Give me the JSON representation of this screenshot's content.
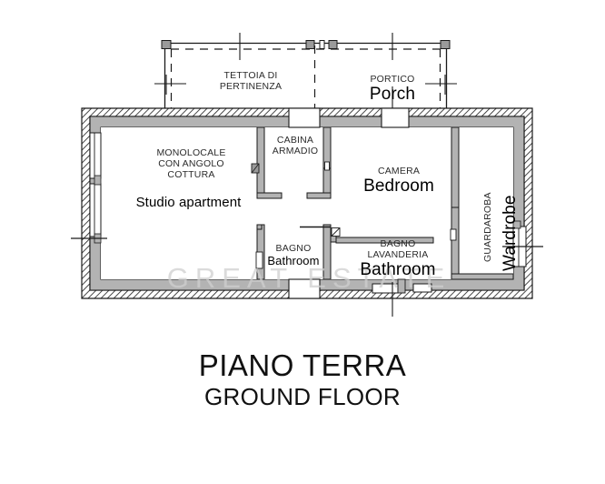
{
  "document": {
    "type": "architectural-floor-plan",
    "title_it": "PIANO TERRA",
    "title_en": "GROUND FLOOR",
    "watermark": "GREAT ESTATE"
  },
  "rooms": [
    {
      "id": "studio",
      "label_it": "MONOLOCALE\nCON ANGOLO\nCOTTURA",
      "label_it_line1": "MONOLOCALE",
      "label_it_line2": "CON ANGOLO",
      "label_it_line3": "COTTURA",
      "label_en": "Studio apartment"
    },
    {
      "id": "walk-in-closet",
      "label_it_line1": "CABINA",
      "label_it_line2": "ARMADIO",
      "label_en": ""
    },
    {
      "id": "bedroom",
      "label_it_line1": "CAMERA",
      "label_en": "Bedroom"
    },
    {
      "id": "bathroom-1",
      "label_it_line1": "BAGNO",
      "label_en": "Bathroom"
    },
    {
      "id": "bathroom-laundry",
      "label_it_line1": "BAGNO",
      "label_it_line2": "LAVANDERIA",
      "label_en": "Bathroom"
    },
    {
      "id": "wardrobe",
      "label_it_line1": "GUARDAROBA",
      "label_en": "Wardrobe"
    }
  ],
  "outdoor": [
    {
      "id": "canopy",
      "label_it_line1": "TETTOIA DI",
      "label_it_line2": "PERTINENZA",
      "label_en": ""
    },
    {
      "id": "porch",
      "label_it_line1": "PORTICO",
      "label_en": "Porch"
    }
  ],
  "colors": {
    "line": "#000000",
    "wall_fill": "#b3b3b3",
    "hatch_bg": "#ffffff",
    "interior": "#ffffff",
    "text_it": "#2b2b2b",
    "text_en": "#000000",
    "watermark": "#cfcfcf",
    "background": "#ffffff"
  }
}
